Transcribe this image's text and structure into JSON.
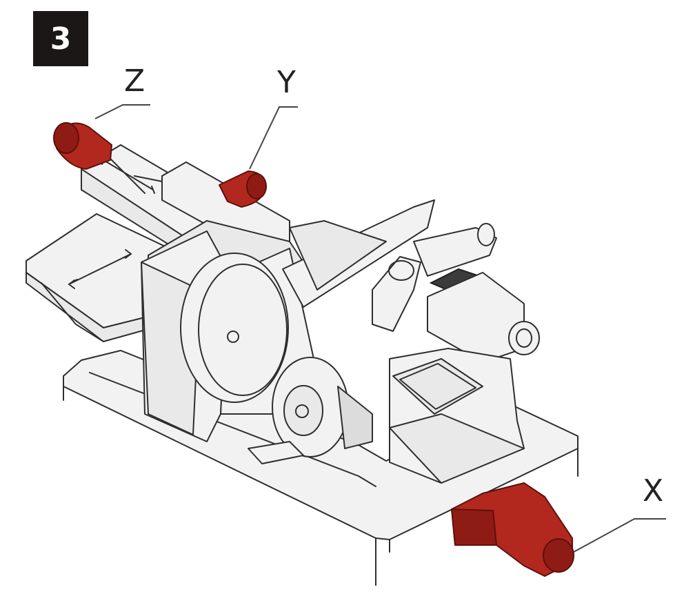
{
  "step": {
    "number": "3"
  },
  "axes": {
    "z": "Z",
    "y": "Y",
    "x": "X"
  },
  "colors": {
    "actuator": "#b2281e",
    "machine_body": "#f2f2f2",
    "outline": "#2e2e2e",
    "badge": "#1b1716"
  }
}
